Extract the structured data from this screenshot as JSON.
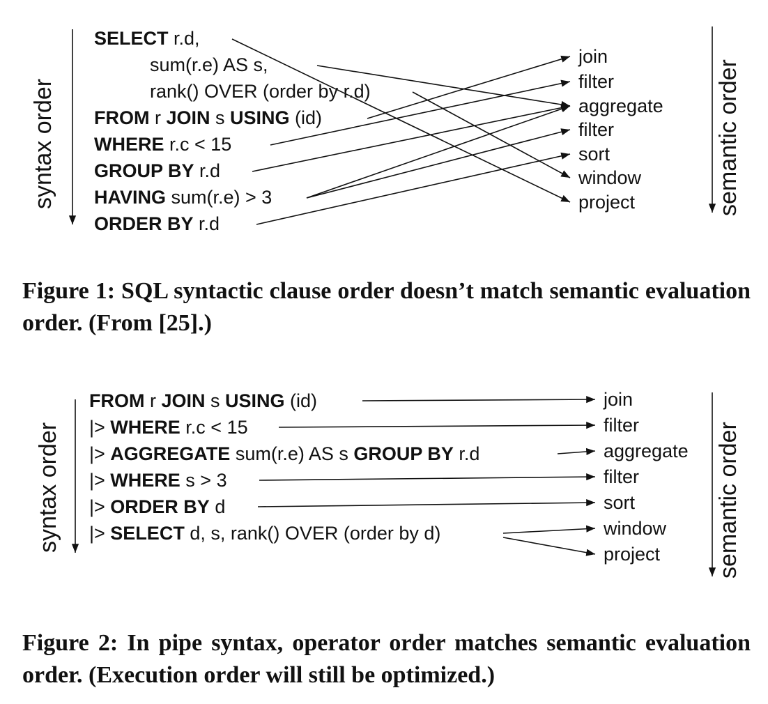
{
  "figure1": {
    "left_axis_label": "syntax order",
    "right_axis_label": "semantic order",
    "clauses": [
      {
        "parts": [
          {
            "t": "SELECT",
            "b": true
          },
          {
            "t": " r.d,",
            "b": false
          }
        ]
      },
      {
        "parts": [
          {
            "t": "sum(r.e) AS s,",
            "b": false
          }
        ]
      },
      {
        "parts": [
          {
            "t": "rank() OVER (order by r.d)",
            "b": false
          }
        ]
      },
      {
        "parts": [
          {
            "t": "FROM",
            "b": true
          },
          {
            "t": " r ",
            "b": false
          },
          {
            "t": "JOIN",
            "b": true
          },
          {
            "t": " s ",
            "b": false
          },
          {
            "t": "USING",
            "b": true
          },
          {
            "t": " (id)",
            "b": false
          }
        ]
      },
      {
        "parts": [
          {
            "t": "WHERE",
            "b": true
          },
          {
            "t": " r.c < 15",
            "b": false
          }
        ]
      },
      {
        "parts": [
          {
            "t": "GROUP BY",
            "b": true
          },
          {
            "t": " r.d",
            "b": false
          }
        ]
      },
      {
        "parts": [
          {
            "t": "HAVING",
            "b": true
          },
          {
            "t": " sum(r.e) > 3",
            "b": false
          }
        ]
      },
      {
        "parts": [
          {
            "t": "ORDER BY",
            "b": true
          },
          {
            "t": " r.d",
            "b": false
          }
        ]
      }
    ],
    "semantic_steps": [
      "join",
      "filter",
      "aggregate",
      "filter",
      "sort",
      "window",
      "project"
    ],
    "caption": "Figure 1: SQL syntactic clause order doesn’t match semantic evaluation order. (From [25].)"
  },
  "figure2": {
    "left_axis_label": "syntax order",
    "right_axis_label": "semantic order",
    "clauses": [
      {
        "parts": [
          {
            "t": "FROM",
            "b": true
          },
          {
            "t": " r ",
            "b": false
          },
          {
            "t": "JOIN",
            "b": true
          },
          {
            "t": " s ",
            "b": false
          },
          {
            "t": "USING",
            "b": true
          },
          {
            "t": " (id)",
            "b": false
          }
        ]
      },
      {
        "parts": [
          {
            "t": "|> ",
            "b": false
          },
          {
            "t": "WHERE",
            "b": true
          },
          {
            "t": " r.c < 15",
            "b": false
          }
        ]
      },
      {
        "parts": [
          {
            "t": "|> ",
            "b": false
          },
          {
            "t": "AGGREGATE",
            "b": true
          },
          {
            "t": " sum(r.e) AS s ",
            "b": false
          },
          {
            "t": "GROUP BY",
            "b": true
          },
          {
            "t": " r.d",
            "b": false
          }
        ]
      },
      {
        "parts": [
          {
            "t": "|> ",
            "b": false
          },
          {
            "t": "WHERE",
            "b": true
          },
          {
            "t": " s > 3",
            "b": false
          }
        ]
      },
      {
        "parts": [
          {
            "t": "|> ",
            "b": false
          },
          {
            "t": "ORDER BY",
            "b": true
          },
          {
            "t": " d",
            "b": false
          }
        ]
      },
      {
        "parts": [
          {
            "t": "|> ",
            "b": false
          },
          {
            "t": "SELECT",
            "b": true
          },
          {
            "t": " d, s, rank() OVER (order by d)",
            "b": false
          }
        ]
      }
    ],
    "semantic_steps": [
      "join",
      "filter",
      "aggregate",
      "filter",
      "sort",
      "window",
      "project"
    ],
    "caption": "Figure 2: In pipe syntax, operator order matches semantic evaluation order. (Execution order will still be optimized.)"
  }
}
